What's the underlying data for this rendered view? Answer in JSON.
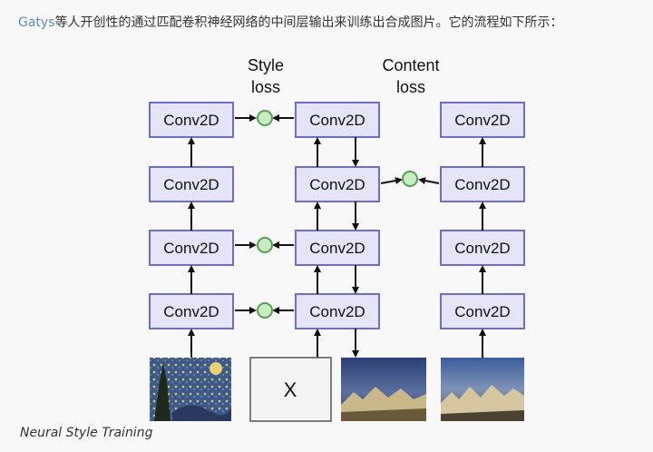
{
  "intro": {
    "link_text": "Gatys",
    "text": "等人开创性的通过匹配卷积神经网络的中间层输出来训练出合成图片。它的流程如下所示："
  },
  "diagram": {
    "style_loss_label": [
      "Style",
      "loss"
    ],
    "content_loss_label": [
      "Content",
      "loss"
    ],
    "block_label": "Conv2D",
    "generated_input_label": "X",
    "columns": [
      {
        "name": "style-network",
        "blocks": 4
      },
      {
        "name": "generated-network",
        "blocks": 4
      },
      {
        "name": "content-network",
        "blocks": 4
      }
    ],
    "colors": {
      "block_fill": "#e4e4f6",
      "block_stroke": "#6e6ec8",
      "loss_node_fill": "#c8ecc0",
      "loss_node_stroke": "#55a055",
      "arrow": "#111111"
    }
  },
  "caption": "Neural Style Training"
}
